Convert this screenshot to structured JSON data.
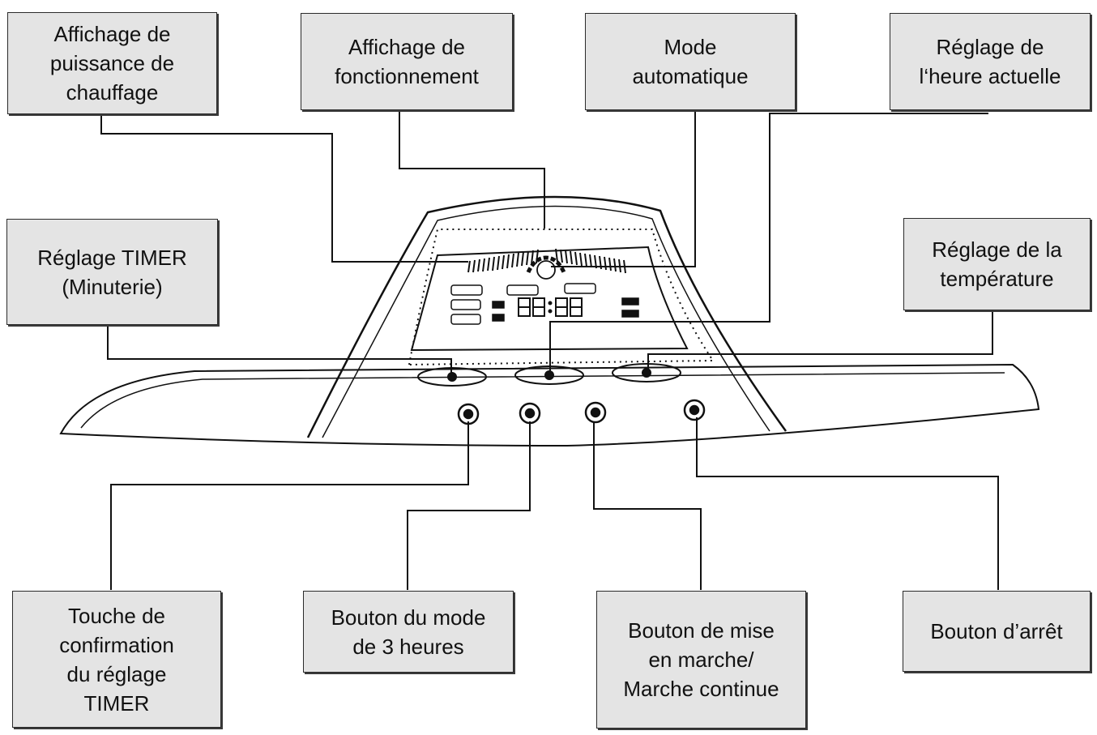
{
  "labels": {
    "affichage_puissance": "Affichage de\npuissance de\nchauffage",
    "affichage_fonctionnement": "Affichage de\nfonctionnement",
    "mode_automatique": "Mode\nautomatique",
    "reglage_heure": "Réglage de\nl‘heure actuelle",
    "reglage_timer": "Réglage TIMER\n(Minuterie)",
    "reglage_temperature": "Réglage de la\ntempérature",
    "touche_confirmation": "Touche de\nconfirmation\ndu réglage\nTIMER",
    "bouton_3_heures": "Bouton du mode\nde 3 heures",
    "bouton_marche": "Bouton de mise\nen marche/\nMarche continue",
    "bouton_arret": "Bouton d’arrêt"
  },
  "colors": {
    "label_fill": "#e4e4e4",
    "line": "#111111"
  }
}
